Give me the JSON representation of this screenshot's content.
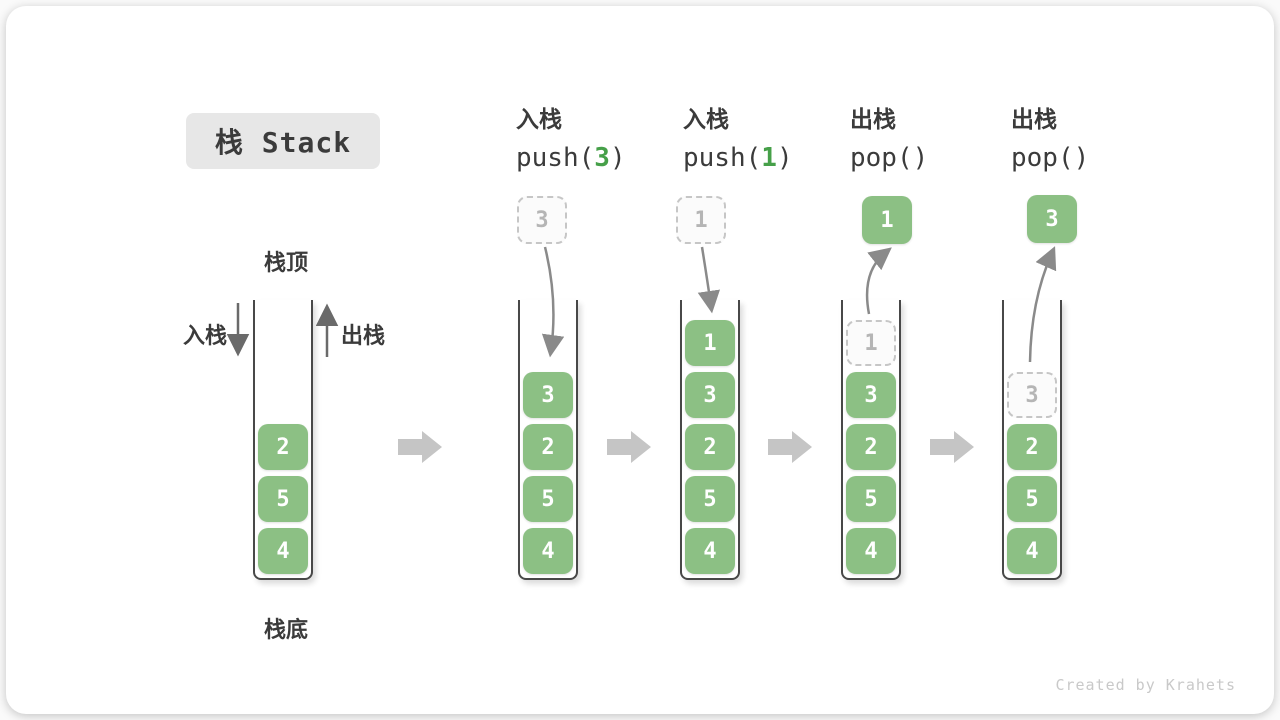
{
  "title": {
    "text": "栈 Stack"
  },
  "operations": [
    {
      "label": "入栈",
      "code_pre": "push(",
      "code_arg": "3",
      "code_post": ")"
    },
    {
      "label": "入栈",
      "code_pre": "push(",
      "code_arg": "1",
      "code_post": ")"
    },
    {
      "label": "出栈",
      "code_pre": "pop(",
      "code_arg": "",
      "code_post": ")"
    },
    {
      "label": "出栈",
      "code_pre": "pop(",
      "code_arg": "",
      "code_post": ")"
    }
  ],
  "annotations": {
    "stack_top": "栈顶",
    "stack_bottom": "栈底",
    "push_label": "入栈",
    "pop_label": "出栈"
  },
  "stacks": [
    {
      "name": "initial-stack",
      "cells": [
        {
          "value": "2"
        },
        {
          "value": "5"
        },
        {
          "value": "4"
        }
      ]
    },
    {
      "name": "after-push-3",
      "floating": {
        "value": "3",
        "variant": "dashed"
      },
      "cells": [
        {
          "value": "3"
        },
        {
          "value": "2"
        },
        {
          "value": "5"
        },
        {
          "value": "4"
        }
      ]
    },
    {
      "name": "after-push-1",
      "floating": {
        "value": "1",
        "variant": "dashed"
      },
      "cells": [
        {
          "value": "1"
        },
        {
          "value": "3"
        },
        {
          "value": "2"
        },
        {
          "value": "5"
        },
        {
          "value": "4"
        }
      ]
    },
    {
      "name": "pop-returns-1",
      "floating": {
        "value": "1",
        "variant": "solid"
      },
      "cells": [
        {
          "value": "1",
          "dashed": true
        },
        {
          "value": "3"
        },
        {
          "value": "2"
        },
        {
          "value": "5"
        },
        {
          "value": "4"
        }
      ]
    },
    {
      "name": "pop-returns-3",
      "floating": {
        "value": "3",
        "variant": "solid"
      },
      "cells": [
        {
          "value": "3",
          "dashed": true
        },
        {
          "value": "2"
        },
        {
          "value": "5"
        },
        {
          "value": "4"
        }
      ]
    }
  ],
  "watermark": "Created by Krahets",
  "colors": {
    "cell_green": "#8CC084",
    "code_green": "#46A049",
    "text_dark": "#3B3B3B",
    "curved_arrow_gray": "#8A8A8A",
    "block_arrow_gray": "#C5C5C5",
    "dashed_border_gray": "#C6C6C6",
    "title_background": "#E7E7E7",
    "watermark_gray": "#C9C9C9"
  }
}
